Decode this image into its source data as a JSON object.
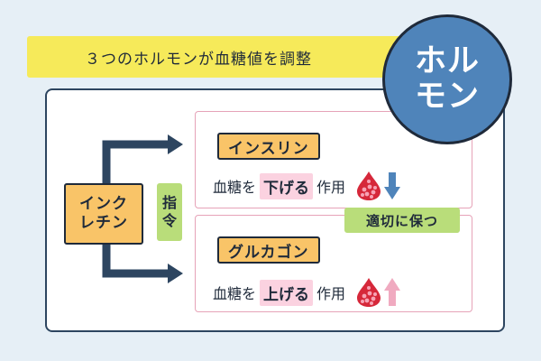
{
  "banner": {
    "text": "３つのホルモンが血糖値を調整"
  },
  "circle": {
    "line1": "ホル",
    "line2": "モン"
  },
  "source": {
    "line1": "インク",
    "line2": "レチン"
  },
  "command": {
    "line1": "指",
    "line2": "令"
  },
  "hormones": [
    {
      "name": "インスリン",
      "effect_pre": "血糖を",
      "effect_verb": "下げる",
      "effect_post": "作用",
      "direction": "down",
      "arrow_color": "#4f84ba"
    },
    {
      "name": "グルカゴン",
      "effect_pre": "血糖を",
      "effect_verb": "上げる",
      "effect_post": "作用",
      "direction": "up",
      "arrow_color": "#f0aac0"
    }
  ],
  "balance": {
    "text": "適切に保つ"
  },
  "colors": {
    "banner": "#f6ea5a",
    "circle": "#4f84ba",
    "source_box": "#f9c468",
    "green_tag": "#b9dd7a",
    "pink_highlight": "#fbd2e0",
    "arrow": "#2d4560",
    "drop": "#d6283a"
  },
  "icons": {
    "drop": "blood-drop-icon",
    "down": "arrow-down-icon",
    "up": "arrow-up-icon"
  }
}
